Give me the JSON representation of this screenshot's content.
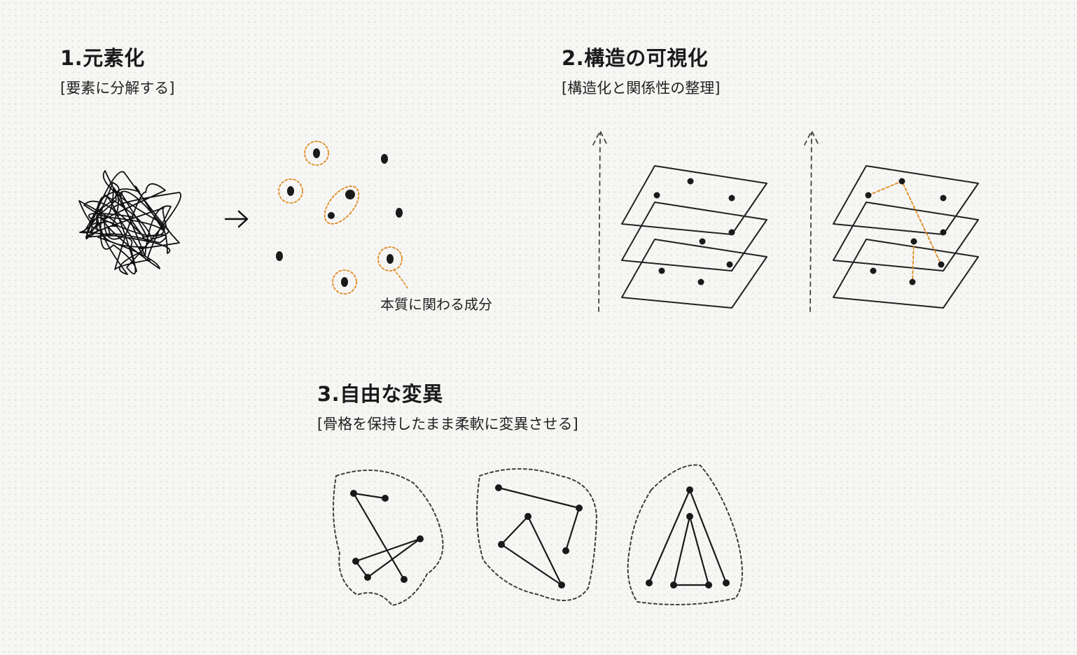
{
  "sections": [
    {
      "title": "1.元素化",
      "subtitle": "[要素に分解する]",
      "annotation": "本質に関わる成分"
    },
    {
      "title": "2.構造の可視化",
      "subtitle": "[構造化と関係性の整理]"
    },
    {
      "title": "3.自由な変異",
      "subtitle": "[骨格を保持したまま柔軟に変異させる]"
    }
  ],
  "colors": {
    "ink": "#1a1a1a",
    "accent": "#e08a1e",
    "dashed": "#3a3f3c"
  }
}
